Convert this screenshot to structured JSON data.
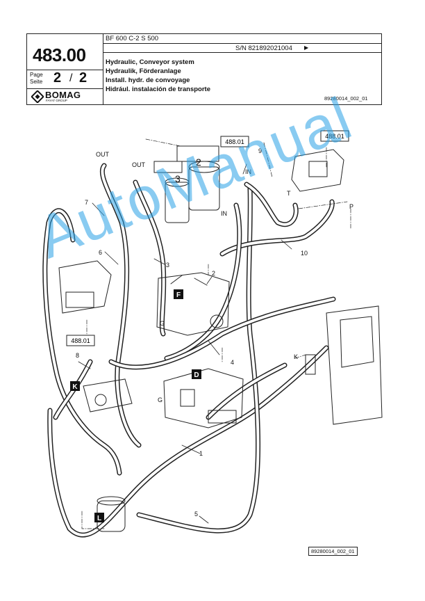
{
  "header": {
    "model": "BF 600 C-2 S 500",
    "serial": "S/N 821892021004",
    "serial_arrow": "▶",
    "page_number": "483.00",
    "page_label": "Page",
    "seite_label": "Seite",
    "page_current": "2",
    "page_sep": "/",
    "page_total": "2",
    "brand": "BOMAG",
    "brand_sub": "FAYAT GROUP",
    "titles": [
      "Hydraulic, Conveyor system",
      "Hydraulik, Förderanlage",
      "Install. hydr. de convoyage",
      "Hidrául. instalación de transporte"
    ],
    "drawing_ref": "89280014_002_01"
  },
  "drawing": {
    "callouts": {
      "ref_top": "488.01",
      "ref_right": "488.01",
      "ref_left": "488.01"
    },
    "labels": {
      "out1": "OUT",
      "out2": "OUT",
      "in1": "IN",
      "in2": "IN",
      "t": "T",
      "p": "P",
      "g1": "G",
      "g2": "G",
      "k": "K",
      "n1": "1",
      "n2": "2",
      "n2b": "2",
      "n3": "3",
      "n3b": "3",
      "n4": "4",
      "n5": "5",
      "n6": "6",
      "n7": "7",
      "n8": "8",
      "n9": "9",
      "n10": "10"
    },
    "boxed_letters": {
      "f": "F",
      "d": "D",
      "k": "K",
      "l": "L"
    }
  },
  "watermark": "AutoManual",
  "footer_ref": "89280014_002_01"
}
